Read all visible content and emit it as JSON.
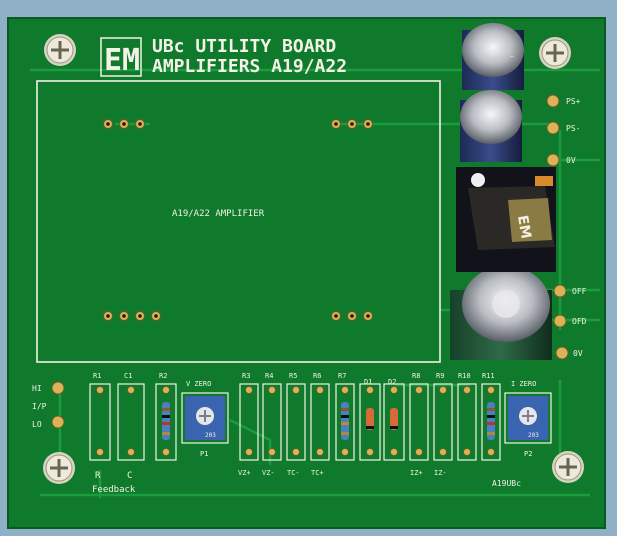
{
  "board": {
    "title_line1": "UBc UTILITY BOARD",
    "title_line2": "AMPLIFIERS A19/A22",
    "logo": "EM",
    "module_label": "A19/A22 AMPLIFIER",
    "model": "A19UBc",
    "feedback": "Feedback"
  },
  "right_terminals": [
    "PS+",
    "PS-",
    "0V",
    "OFF",
    "OFD",
    "0V"
  ],
  "left_terminals": [
    "HI",
    "I/P",
    "LO"
  ],
  "top_labels": [
    "R1",
    "C1",
    "R2",
    "V ZERO",
    "R3",
    "R4",
    "R5",
    "R6",
    "R7",
    "D1",
    "D2",
    "R8",
    "R9",
    "R10",
    "R11",
    "I ZERO"
  ],
  "bottom_labels": [
    "R",
    "C",
    "P1",
    "VZ+",
    "VZ-",
    "TC-",
    "TC+",
    "IZ+",
    "IZ-",
    "P2"
  ],
  "trimmer_code": "203",
  "colors": {
    "board": "#0f7a2c",
    "silk": "#f2f2e6",
    "pad": "#d9b25a",
    "background": "#8fb0c6"
  }
}
